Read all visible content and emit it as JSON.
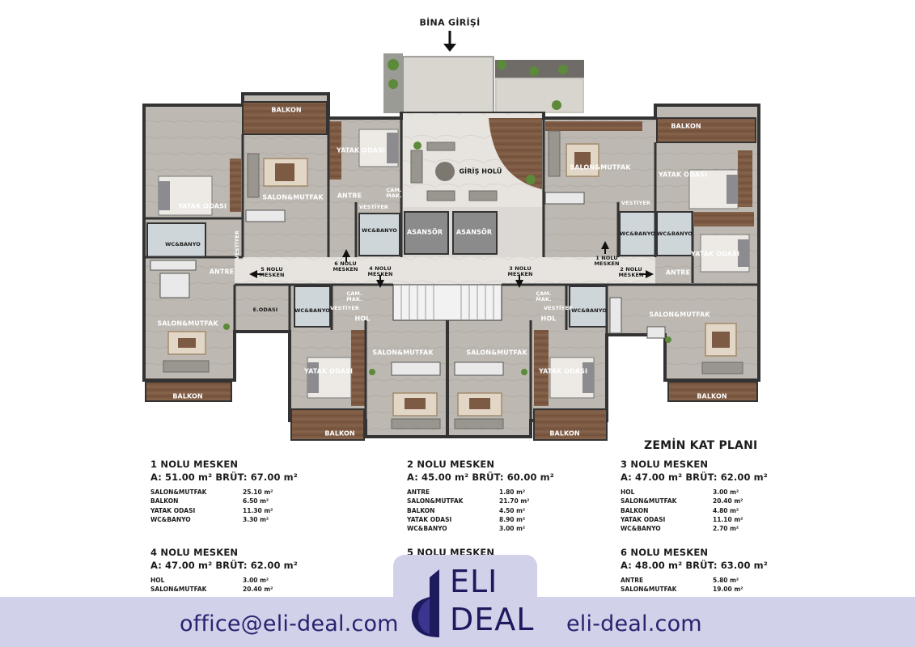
{
  "plan": {
    "entrance_label": "BİNA GİRİŞİ",
    "title": "ZEMİN KAT PLANI",
    "labels": {
      "balkon": "BALKON",
      "yatak_odasi": "YATAK ODASI",
      "salon_mutfak": "SALON&MUTFAK",
      "antre": "ANTRE",
      "vestiyer": "VESTİYER",
      "wc_banyo": "WC&BANYO",
      "cam_mak": "ÇAM. MAK.",
      "giris_holu": "GİRİŞ HOLÜ",
      "asansor": "ASANSÖR",
      "hol": "HOL",
      "e_odasi": "E.ODASI",
      "mesken_1": "1 NOLU MESKEN",
      "mesken_2": "2 NOLU MESKEN",
      "mesken_3": "3 NOLU MESKEN",
      "mesken_4": "4 NOLU MESKEN",
      "mesken_5": "5 NOLU MESKEN",
      "mesken_6": "6 NOLU MESKEN"
    }
  },
  "units": [
    {
      "name": "1 NOLU MESKEN",
      "area": "A: 51.00 m² BRÜT: 67.00 m²",
      "rows": [
        [
          "SALON&MUTFAK",
          "25.10 m²"
        ],
        [
          "BALKON",
          "6.50 m²"
        ],
        [
          "YATAK ODASI",
          "11.30 m²"
        ],
        [
          "WC&BANYO",
          "3.30 m²"
        ]
      ]
    },
    {
      "name": "2 NOLU MESKEN",
      "area": "A: 45.00 m² BRÜT: 60.00 m²",
      "rows": [
        [
          "ANTRE",
          "1.80 m²"
        ],
        [
          "SALON&MUTFAK",
          "21.70 m²"
        ],
        [
          "BALKON",
          "4.50 m²"
        ],
        [
          "YATAK ODASI",
          "8.90 m²"
        ],
        [
          "WC&BANYO",
          "3.00 m²"
        ]
      ]
    },
    {
      "name": "3 NOLU MESKEN",
      "area": "A: 47.00 m² BRÜT: 62.00 m²",
      "rows": [
        [
          "HOL",
          "3.00 m²"
        ],
        [
          "SALON&MUTFAK",
          "20.40 m²"
        ],
        [
          "BALKON",
          "4.80 m²"
        ],
        [
          "YATAK ODASI",
          "11.10 m²"
        ],
        [
          "WC&BANYO",
          "2.70 m²"
        ]
      ]
    },
    {
      "name": "4 NOLU MESKEN",
      "area": "A: 47.00 m² BRÜT: 62.00 m²",
      "rows": [
        [
          "HOL",
          "3.00 m²"
        ],
        [
          "SALON&MUTFAK",
          "20.40 m²"
        ]
      ]
    },
    {
      "name": "5 NOLU MESKEN",
      "area": "",
      "rows": []
    },
    {
      "name": "6 NOLU MESKEN",
      "area": "A: 48.00 m² BRÜT: 63.00 m²",
      "rows": [
        [
          "ANTRE",
          "5.80 m²"
        ],
        [
          "SALON&MUTFAK",
          "19.00 m²"
        ]
      ]
    }
  ],
  "footer": {
    "email": "office@eli-deal.com",
    "website": "eli-deal.com",
    "logo_line1": "ELI",
    "logo_line2": "DEAL"
  },
  "colors": {
    "floor": "#b9b4ad",
    "corridor": "#e6e3df",
    "wood": "#7d5a43",
    "wall": "#3a3a3a",
    "footer_band": "#d2d1ea",
    "brand": "#27236e"
  }
}
